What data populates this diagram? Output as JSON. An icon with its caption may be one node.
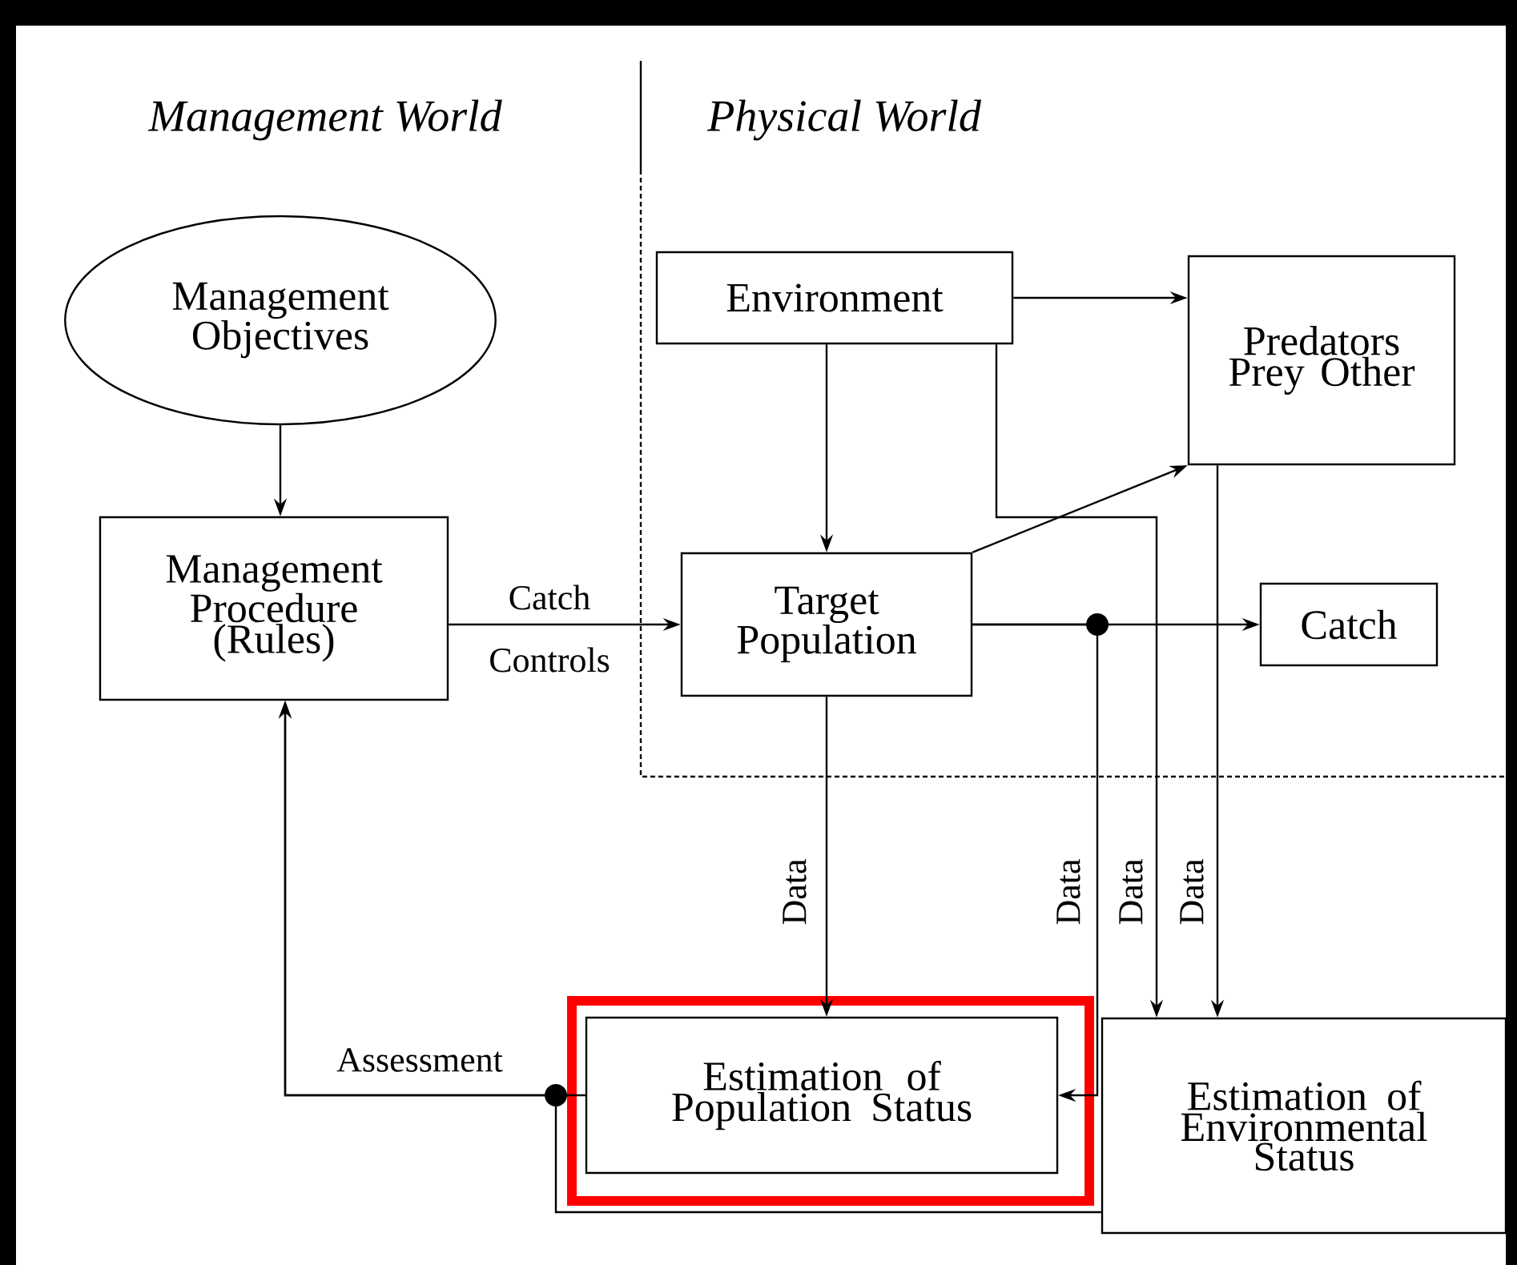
{
  "diagram": {
    "nodes": [
      {
        "text": [
          "Management Objectives"
        ]
      },
      {
        "text": [
          "Management Procedure (Rules)"
        ]
      },
      {
        "text": [
          "Environment"
        ]
      },
      {
        "text": [
          "Predators Prey Other"
        ]
      },
      {
        "text": [
          "Target Population"
        ]
      },
      {
        "text": [
          "Catch"
        ]
      },
      {
        "text": [
          "Estimation of Environmental Status"
        ]
      },
      {
        "text": [
          "Estimation of Population Status"
        ]
      }
    ],
    "edges": [
      {
        "from": 0,
        "to": 1,
        "arrow": "to"
      },
      {
        "from": 1,
        "to": 4,
        "arrow": "to",
        "label": "Catch"
      },
      {
        "from": 2,
        "to": 3,
        "arrow": "to"
      },
      {
        "from": 2,
        "to": 4,
        "arrow": "to"
      },
      {
        "from": 4,
        "to": 3,
        "arrow": "to"
      },
      {
        "from": 4,
        "to": 5,
        "arrow": "to"
      },
      {
        "from": 4,
        "to": 7,
        "arrow": "to",
        "label": "Data"
      },
      {
        "from": 4,
        "to": 7,
        "arrow": "to",
        "label": "Data"
      },
      {
        "from": 2,
        "to": 6,
        "arrow": "to",
        "label": "Data"
      },
      {
        "from": 3,
        "to": 6,
        "arrow": "to",
        "label": "Data"
      },
      {
        "from": 7,
        "to": 1,
        "arrow": "to",
        "label": "Assessment"
      },
      {
        "from": 6,
        "to": 1,
        "arrow": "to"
      }
    ],
    "labels": [
      "Management World",
      "Physical World",
      "Controls"
    ]
  }
}
